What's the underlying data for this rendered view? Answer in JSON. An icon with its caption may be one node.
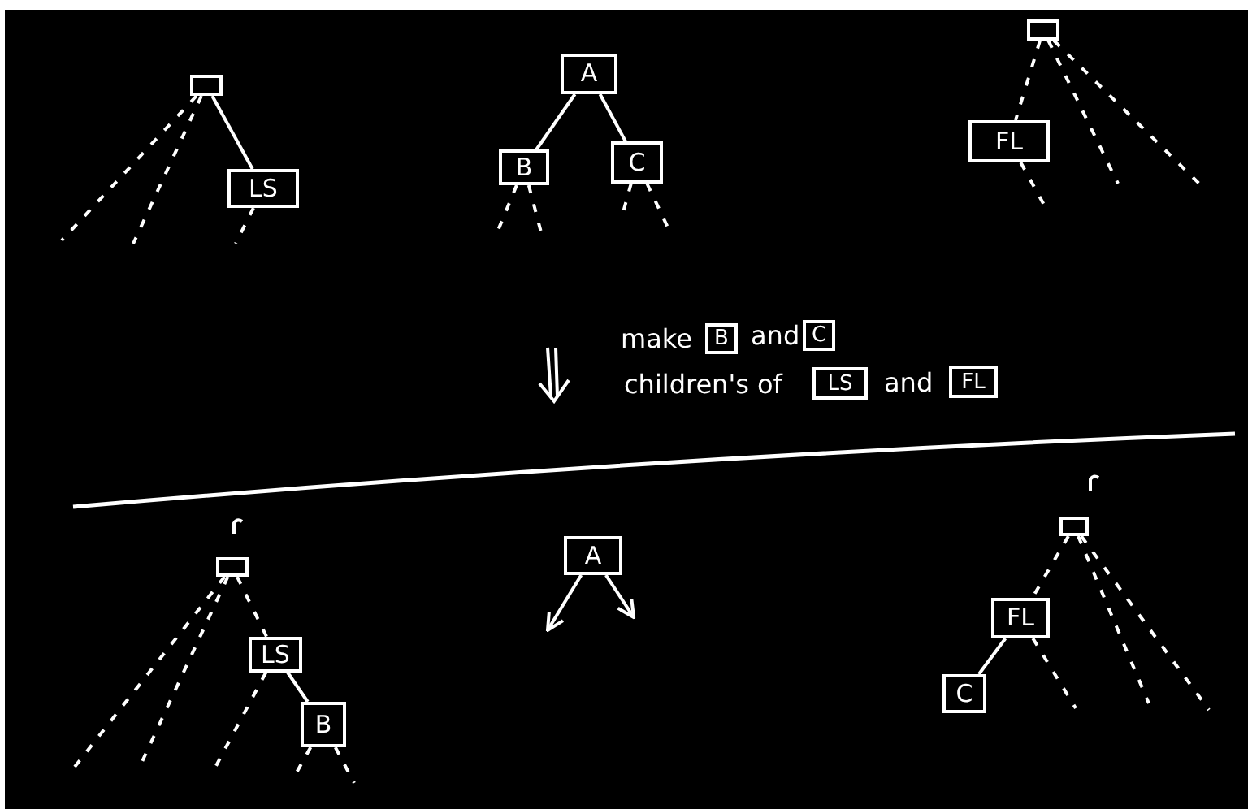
{
  "diagram": {
    "nodes": [
      {
        "text": [],
        "shape": "box"
      },
      {
        "text": [
          "LS"
        ]
      },
      {
        "text": [
          "A"
        ]
      },
      {
        "text": [
          "B"
        ]
      },
      {
        "text": [
          "C"
        ]
      },
      {
        "text": [],
        "shape": "box"
      },
      {
        "text": [
          "FL"
        ]
      },
      {
        "text": [
          "B"
        ]
      },
      {
        "text": [
          "C"
        ]
      },
      {
        "text": [
          "LS"
        ]
      },
      {
        "text": [
          "FL"
        ]
      },
      {
        "text": [],
        "shape": "box"
      },
      {
        "text": [
          "LS"
        ]
      },
      {
        "text": [
          "B"
        ]
      },
      {
        "text": [
          "A"
        ]
      },
      {
        "text": [],
        "shape": "box"
      },
      {
        "text": [
          "FL"
        ]
      },
      {
        "text": [
          "C"
        ]
      }
    ],
    "edges": [
      {
        "from": 0,
        "to": 1,
        "arrow": "none"
      },
      {
        "from": 0,
        "to": null,
        "arrow": "none",
        "style": "dashed"
      },
      {
        "from": 0,
        "to": null,
        "arrow": "none",
        "style": "dashed"
      },
      {
        "from": 1,
        "to": null,
        "arrow": "none",
        "style": "dashed"
      },
      {
        "from": 2,
        "to": 3,
        "arrow": "none"
      },
      {
        "from": 2,
        "to": 4,
        "arrow": "none"
      },
      {
        "from": 3,
        "to": null,
        "arrow": "none",
        "style": "dashed"
      },
      {
        "from": 3,
        "to": null,
        "arrow": "none",
        "style": "dashed"
      },
      {
        "from": 4,
        "to": null,
        "arrow": "none",
        "style": "dashed"
      },
      {
        "from": 4,
        "to": null,
        "arrow": "none",
        "style": "dashed"
      },
      {
        "from": 5,
        "to": 6,
        "arrow": "none",
        "style": "dashed"
      },
      {
        "from": 5,
        "to": null,
        "arrow": "none",
        "style": "dashed"
      },
      {
        "from": 5,
        "to": null,
        "arrow": "none",
        "style": "dashed"
      },
      {
        "from": 6,
        "to": null,
        "arrow": "none",
        "style": "dashed"
      },
      {
        "from": 11,
        "to": 12,
        "arrow": "none",
        "style": "dashed"
      },
      {
        "from": 11,
        "to": null,
        "arrow": "none",
        "style": "dashed"
      },
      {
        "from": 11,
        "to": null,
        "arrow": "none",
        "style": "dashed"
      },
      {
        "from": 12,
        "to": null,
        "arrow": "none",
        "style": "dashed"
      },
      {
        "from": 12,
        "to": 13,
        "arrow": "none"
      },
      {
        "from": 13,
        "to": null,
        "arrow": "none",
        "style": "dashed"
      },
      {
        "from": 13,
        "to": null,
        "arrow": "none",
        "style": "dashed"
      },
      {
        "from": 14,
        "to": null,
        "arrow": "to"
      },
      {
        "from": 14,
        "to": null,
        "arrow": "to"
      },
      {
        "from": 15,
        "to": 16,
        "arrow": "none",
        "style": "dashed"
      },
      {
        "from": 15,
        "to": null,
        "arrow": "none",
        "style": "dashed"
      },
      {
        "from": 15,
        "to": null,
        "arrow": "none",
        "style": "dashed"
      },
      {
        "from": 16,
        "to": null,
        "arrow": "none",
        "style": "dashed"
      },
      {
        "from": 16,
        "to": 17,
        "arrow": "none"
      }
    ],
    "labels": [
      "make",
      "and",
      "children's of",
      "and"
    ]
  }
}
